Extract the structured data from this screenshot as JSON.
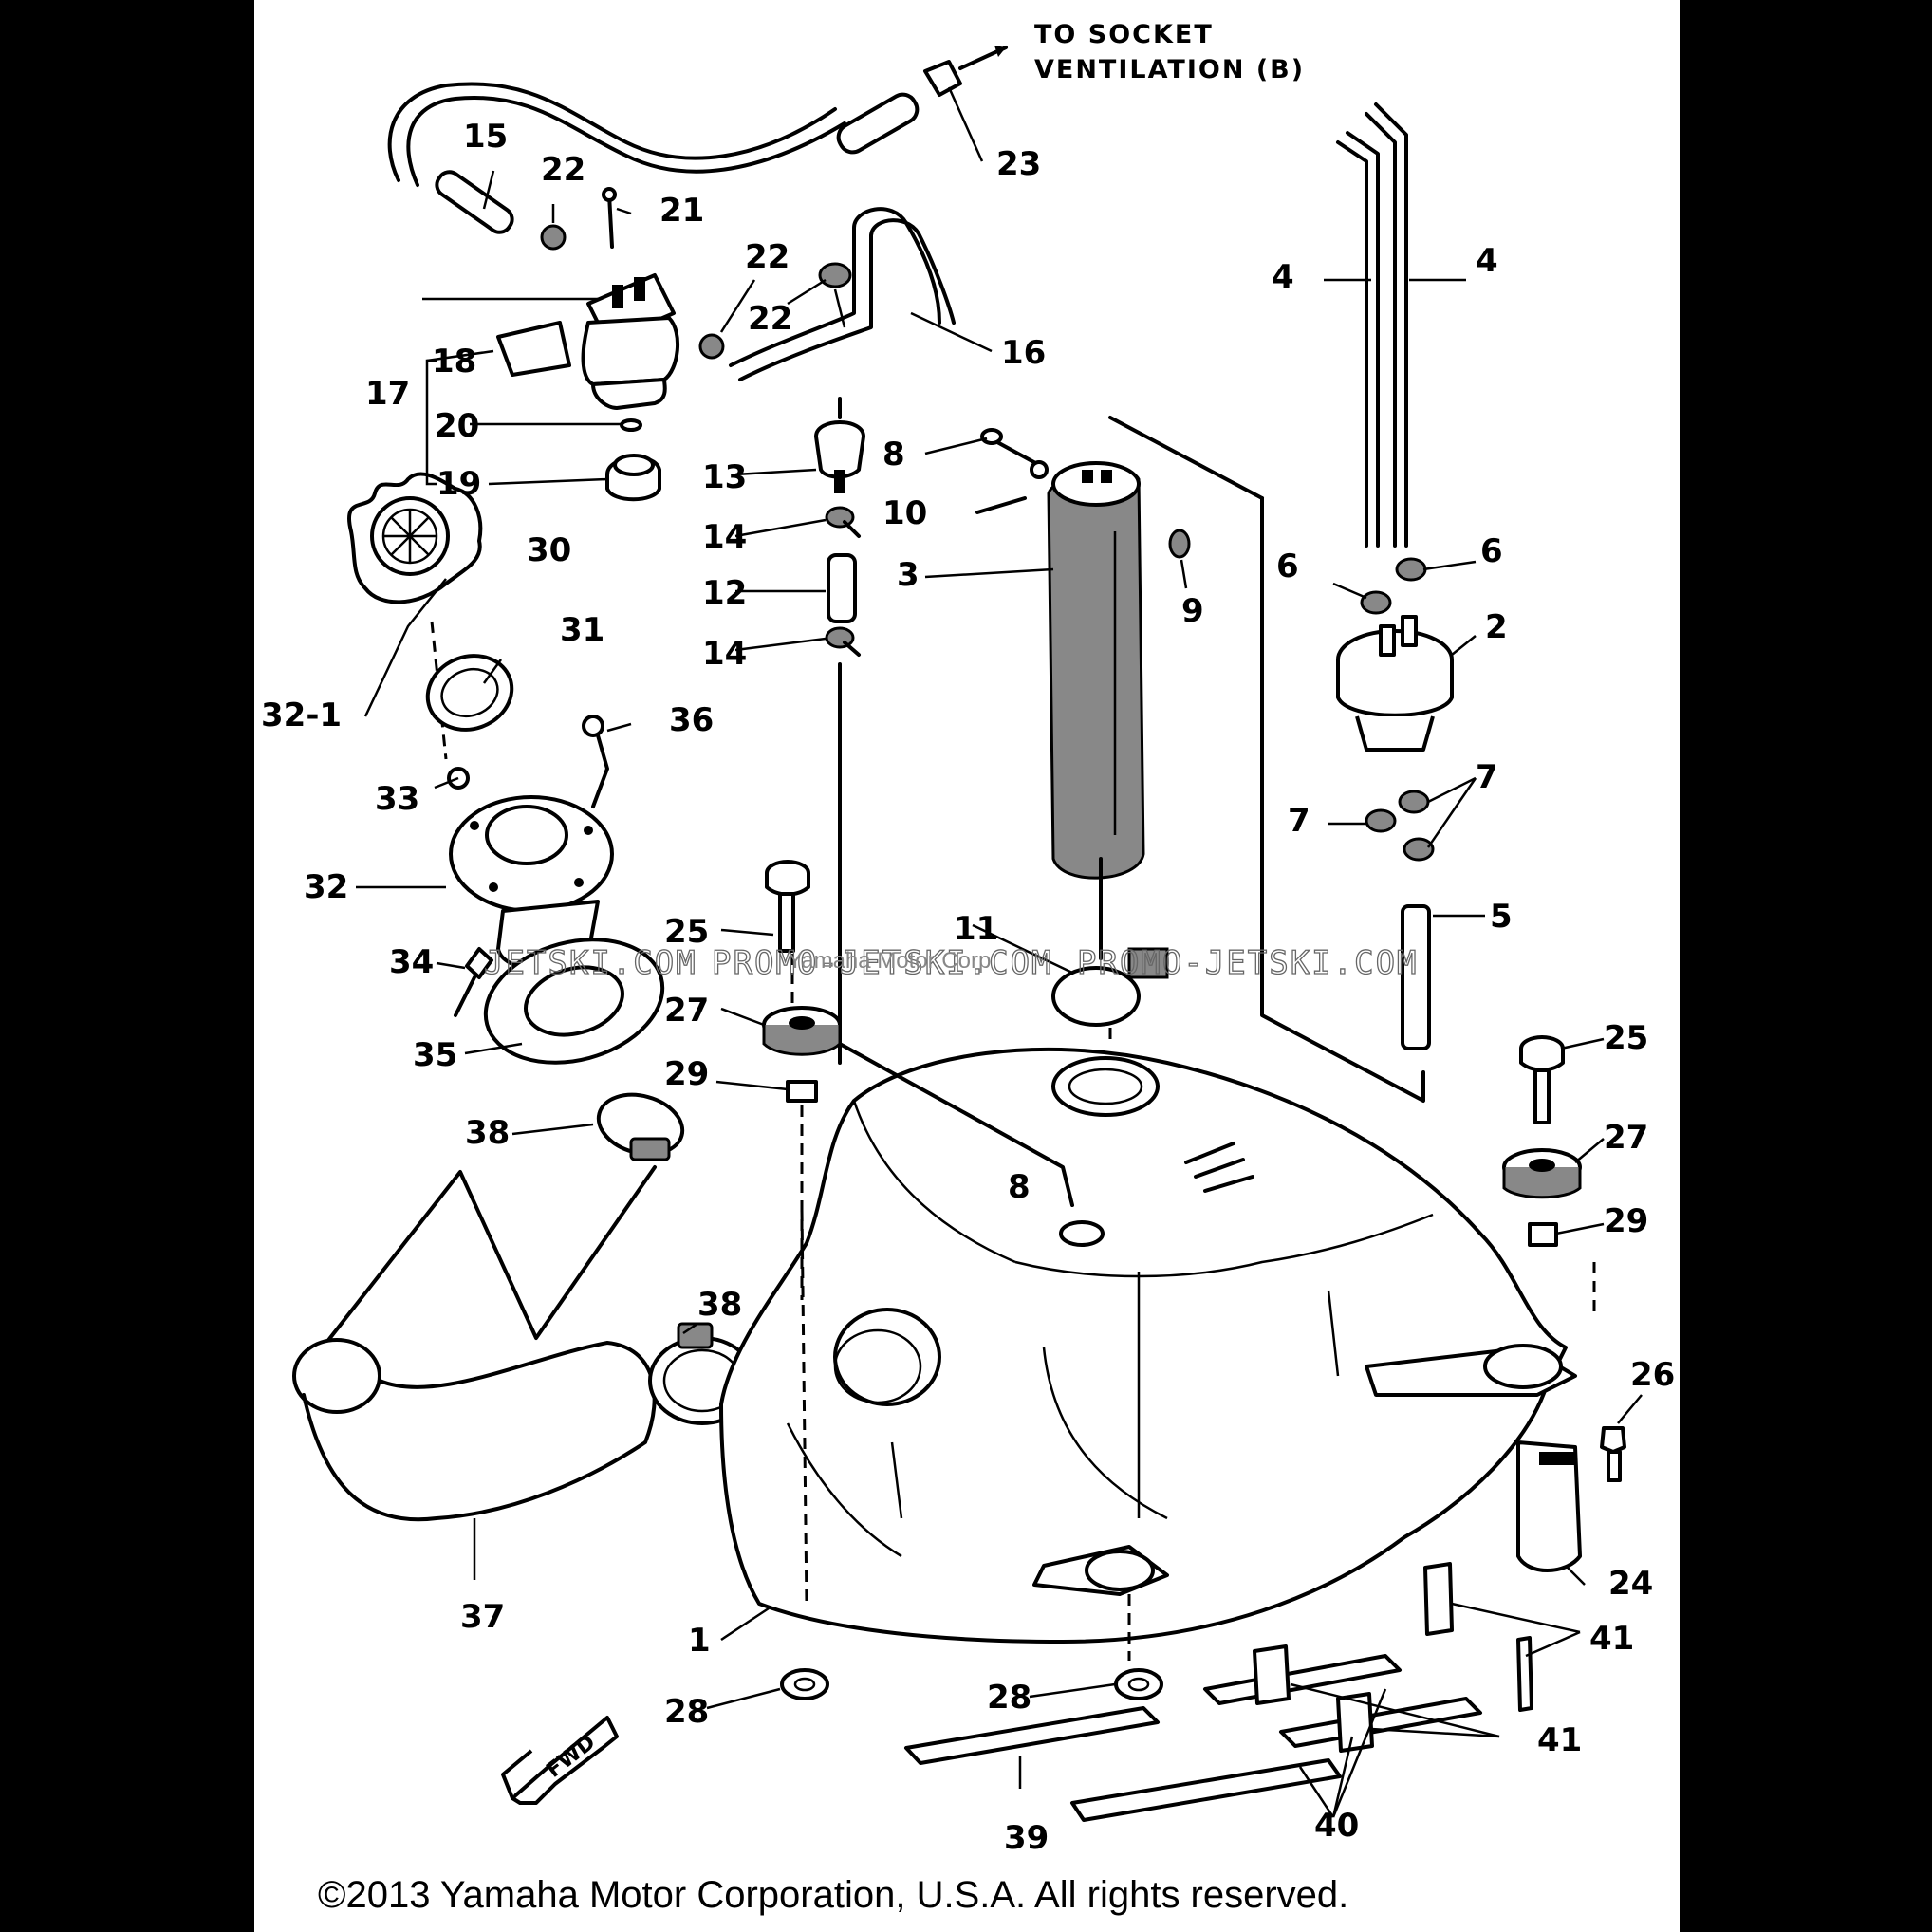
{
  "note_to_socket": [
    "TO SOCKET",
    "VENTILATION (B)"
  ],
  "callouts": [
    "1",
    "2",
    "3",
    "4",
    "4",
    "5",
    "6",
    "6",
    "7",
    "7",
    "8",
    "9",
    "10",
    "11",
    "12",
    "13",
    "14",
    "14",
    "15",
    "16",
    "17",
    "18",
    "19",
    "20",
    "21",
    "22",
    "22",
    "22",
    "23",
    "24",
    "25",
    "25",
    "26",
    "27",
    "27",
    "28",
    "28",
    "29",
    "29",
    "30",
    "31",
    "32",
    "32-1",
    "33",
    "34",
    "35",
    "36",
    "37",
    "38",
    "38",
    "39",
    "40",
    "41",
    "41",
    "8"
  ],
  "fwd_mark": "FWD",
  "watermarks": [
    "JETSKI.COM",
    "PROMO-JETSKI.COM",
    "PROMO-JETSKI.COM"
  ],
  "watermark_small": "Yamaha Motor Corp",
  "copyright": "©2013 Yamaha Motor Corporation, U.S.A. All rights reserved.",
  "colors": {
    "background": "#000000",
    "sheet": "#ffffff",
    "ink": "#000000",
    "watermark": "#777777"
  }
}
